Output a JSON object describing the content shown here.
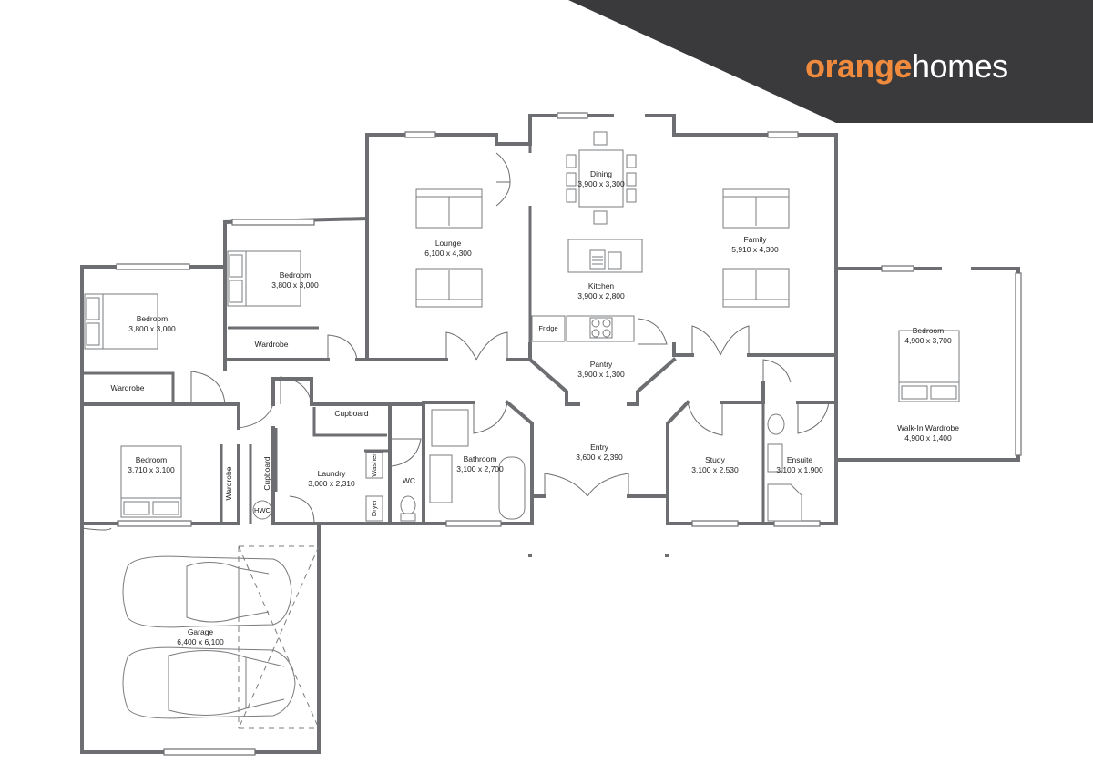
{
  "brand": {
    "name_part1": "orange",
    "name_part2": "homes",
    "accent_color": "#f08a3c",
    "banner_color": "#3a3a3c"
  },
  "rooms": {
    "dining": {
      "name": "Dining",
      "dims": "3,900 x 3,300"
    },
    "lounge": {
      "name": "Lounge",
      "dims": "6,100 x 4,300"
    },
    "family": {
      "name": "Family",
      "dims": "5,910 x 4,300"
    },
    "kitchen": {
      "name": "Kitchen",
      "dims": "3,900 x 2,800"
    },
    "pantry": {
      "name": "Pantry",
      "dims": "3,900 x 1,300"
    },
    "bedroom_top": {
      "name": "Bedroom",
      "dims": "3,800 x 3,000"
    },
    "bedroom_left": {
      "name": "Bedroom",
      "dims": "3,800 x 3,000"
    },
    "bedroom_master": {
      "name": "Bedroom",
      "dims": "4,900 x 3,700"
    },
    "bedroom_lower": {
      "name": "Bedroom",
      "dims": "3,710 x 3,100"
    },
    "walkin": {
      "name": "Walk-In Wardrobe",
      "dims": "4,900 x 1,400"
    },
    "entry": {
      "name": "Entry",
      "dims": "3,600 x 2,390"
    },
    "study": {
      "name": "Study",
      "dims": "3,100 x 2,530"
    },
    "ensuite": {
      "name": "Ensuite",
      "dims": "3,100 x 1,900"
    },
    "bathroom": {
      "name": "Bathroom",
      "dims": "3,100 x 2,700"
    },
    "laundry": {
      "name": "Laundry",
      "dims": "3,000 x 2,310"
    },
    "garage": {
      "name": "Garage",
      "dims": "6,400 x 6,100"
    }
  },
  "labels": {
    "wardrobe_top": "Wardrobe",
    "wardrobe_left": "Wardrobe",
    "wardrobe_vertical": "Wardrobe",
    "cupboard_horizontal": "Cupboard",
    "cupboard_vertical": "Cupboard",
    "fridge": "Fridge",
    "wc": "WC",
    "hwc": "HWC",
    "washer": "Washer",
    "dryer": "Dryer"
  }
}
